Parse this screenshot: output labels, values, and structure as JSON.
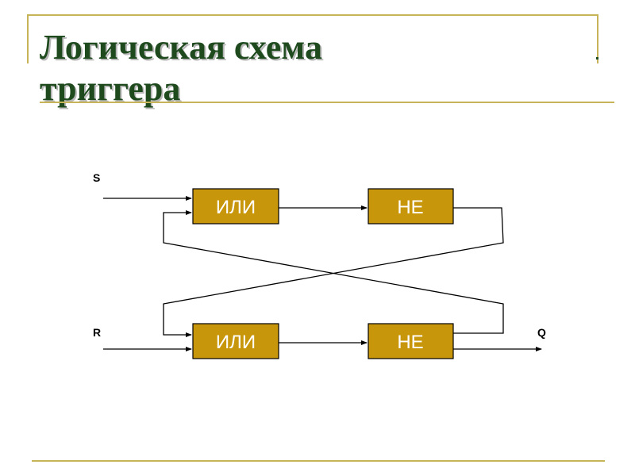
{
  "slide": {
    "title_line1": "Логическая схема",
    "title_line2": "триггера"
  },
  "diagram": {
    "gates": {
      "or_top": "ИЛИ",
      "not_top": "НЕ",
      "or_bottom": "ИЛИ",
      "not_bottom": "НЕ"
    },
    "inputs": {
      "s": "S",
      "r": "R"
    },
    "outputs": {
      "q": "Q"
    }
  },
  "colors": {
    "gate_fill": "#c8960a",
    "title": "#1e4a1e",
    "accent_line": "#c8b458"
  }
}
